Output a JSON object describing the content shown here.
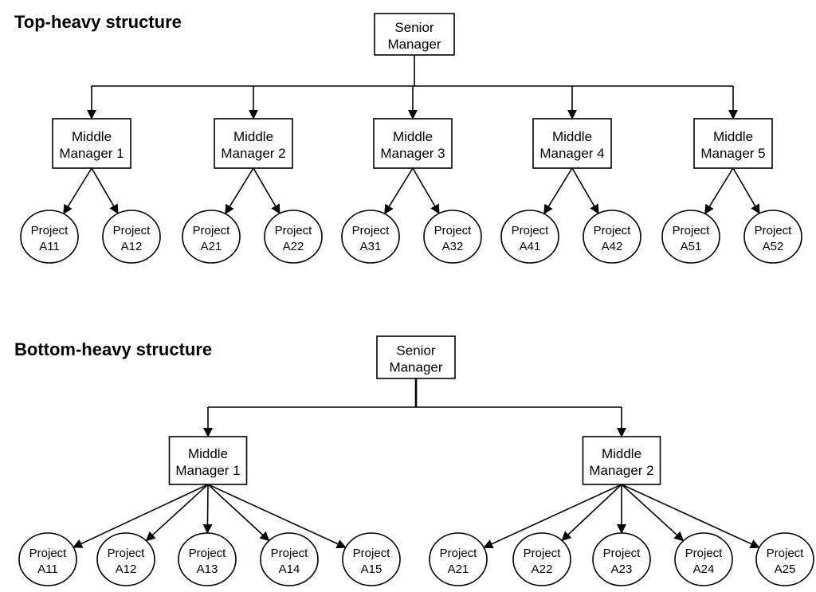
{
  "top_heavy": {
    "title": "Top-heavy structure",
    "senior": [
      "Senior",
      "Manager"
    ],
    "middle": [
      {
        "lines": [
          "Middle",
          "Manager 1"
        ],
        "projects": [
          [
            "Project",
            "A11"
          ],
          [
            "Project",
            "A12"
          ]
        ]
      },
      {
        "lines": [
          "Middle",
          "Manager 2"
        ],
        "projects": [
          [
            "Project",
            "A21"
          ],
          [
            "Project",
            "A22"
          ]
        ]
      },
      {
        "lines": [
          "Middle",
          "Manager 3"
        ],
        "projects": [
          [
            "Project",
            "A31"
          ],
          [
            "Project",
            "A32"
          ]
        ]
      },
      {
        "lines": [
          "Middle",
          "Manager 4"
        ],
        "projects": [
          [
            "Project",
            "A41"
          ],
          [
            "Project",
            "A42"
          ]
        ]
      },
      {
        "lines": [
          "Middle",
          "Manager 5"
        ],
        "projects": [
          [
            "Project",
            "A51"
          ],
          [
            "Project",
            "A52"
          ]
        ]
      }
    ]
  },
  "bottom_heavy": {
    "title": "Bottom-heavy structure",
    "senior": [
      "Senior",
      "Manager"
    ],
    "middle": [
      {
        "lines": [
          "Middle",
          "Manager 1"
        ],
        "projects": [
          [
            "Project",
            "A11"
          ],
          [
            "Project",
            "A12"
          ],
          [
            "Project",
            "A13"
          ],
          [
            "Project",
            "A14"
          ],
          [
            "Project",
            "A15"
          ]
        ]
      },
      {
        "lines": [
          "Middle",
          "Manager 2"
        ],
        "projects": [
          [
            "Project",
            "A21"
          ],
          [
            "Project",
            "A22"
          ],
          [
            "Project",
            "A23"
          ],
          [
            "Project",
            "A24"
          ],
          [
            "Project",
            "A25"
          ]
        ]
      }
    ]
  }
}
